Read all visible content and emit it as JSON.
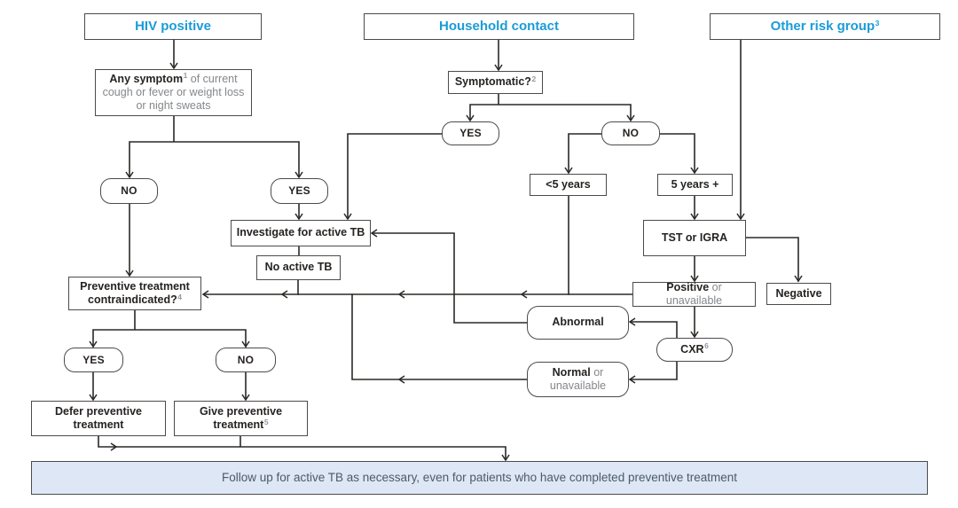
{
  "colors": {
    "accent_blue": "#1a9cd8",
    "text_dark": "#262321",
    "text_gray": "#84878b",
    "box_border": "#4b4b4d",
    "line": "#2b2926",
    "footer_bg": "#dde7f5",
    "footer_text": "#4d5a68"
  },
  "headers": {
    "hiv": {
      "label": "HIV positive"
    },
    "household": {
      "label": "Household contact"
    },
    "other": {
      "label": "Other risk group",
      "sup": "3"
    }
  },
  "nodes": {
    "symptom": {
      "bold": "Any symptom",
      "sup": "1",
      "tail": " of current cough or fever or weight loss or night sweats"
    },
    "hiv_no": {
      "label": "NO"
    },
    "hiv_yes": {
      "label": "YES"
    },
    "symptomatic": {
      "bold": "Symptomatic?",
      "sup": "2"
    },
    "sym_yes": {
      "label": "YES"
    },
    "sym_no": {
      "label": "NO"
    },
    "under5": {
      "label": "<5 years"
    },
    "over5": {
      "label": "5 years +"
    },
    "tst": {
      "label": "TST or IGRA"
    },
    "positive": {
      "bold": "Positive",
      "tail": " or unavailable"
    },
    "negative": {
      "label": "Negative"
    },
    "cxr": {
      "bold": "CXR",
      "sup": "6"
    },
    "abnormal": {
      "label": "Abnormal"
    },
    "normal": {
      "bold": "Normal",
      "tail": " or unavailable"
    },
    "investigate": {
      "label": "Investigate for active TB"
    },
    "no_active_tb": {
      "label": "No active TB"
    },
    "contraindicated": {
      "bold": "Preventive treatment contraindicated?",
      "sup": "4"
    },
    "ci_yes": {
      "label": "YES"
    },
    "ci_no": {
      "label": "NO"
    },
    "defer": {
      "label": "Defer preventive treatment"
    },
    "give": {
      "bold": "Give preventive treatment",
      "sup": "5"
    }
  },
  "footer": {
    "label": "Follow up for active TB as necessary, even for patients who have completed preventive treatment"
  }
}
